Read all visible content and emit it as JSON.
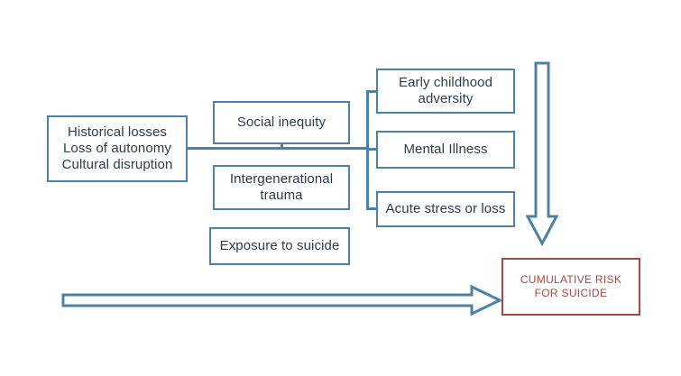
{
  "diagram": {
    "type": "flow-diagram",
    "title": "",
    "colors": {
      "box_border_blue": "#4e81a8",
      "box_text_blue": "#2b3d4f",
      "outcome_border_red": "#a6483f",
      "outcome_text_red": "#a6483f",
      "arrow_stroke": "#4e81a8",
      "background": "#ffffff"
    },
    "nodes": {
      "origin": {
        "label": "Historical losses\nLoss of autonomy\nCultural  disruption",
        "column": "left"
      },
      "social_inequity": {
        "label": "Social inequity",
        "column": "middle"
      },
      "intergenerational_trauma": {
        "label": "Intergenerational\ntrauma",
        "column": "middle"
      },
      "exposure_to_suicide": {
        "label": "Exposure to suicide",
        "column": "middle"
      },
      "early_childhood_adversity": {
        "label": "Early childhood\nadversity",
        "column": "right"
      },
      "mental_illness": {
        "label": "Mental Illness",
        "column": "right"
      },
      "acute_stress_or_loss": {
        "label": "Acute stress or loss",
        "column": "right"
      },
      "cumulative_risk": {
        "label": "CUMULATIVE  RISK\nFOR SUICIDE",
        "column": "outcome"
      }
    },
    "arrows": {
      "down_arrow": {
        "name": "down-block-arrow",
        "direction": "down",
        "style": "hollow-block"
      },
      "right_arrow": {
        "name": "right-block-arrow",
        "direction": "right",
        "style": "hollow-block"
      }
    },
    "connectors": [
      "origin-to-fanout",
      "stem-to-social-inequity",
      "trunk-right-column",
      "branch-early-childhood-adversity",
      "branch-mental-illness",
      "branch-acute-stress-or-loss"
    ]
  }
}
